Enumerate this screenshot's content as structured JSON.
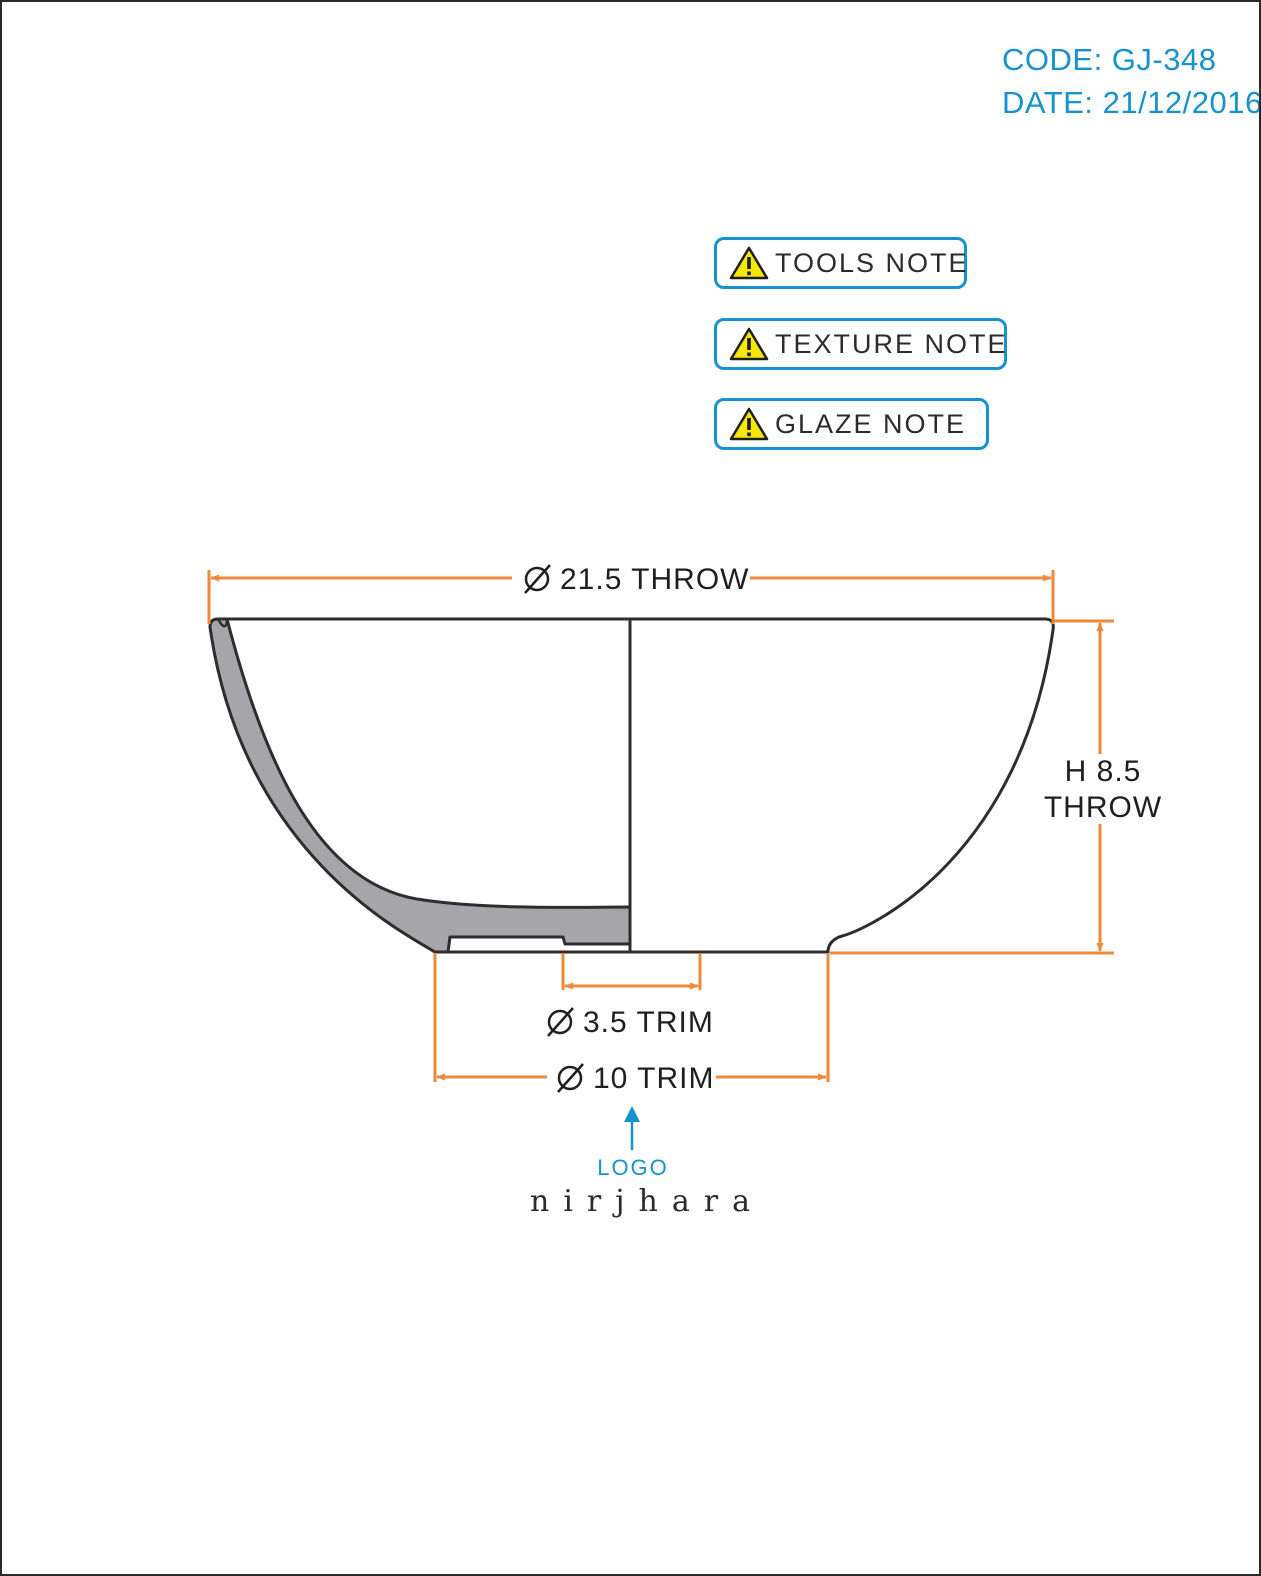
{
  "header": {
    "code": "CODE: GJ-348",
    "date": "DATE: 21/12/2016"
  },
  "notes": [
    {
      "label": "TOOLS NOTE",
      "icon": "warning-icon"
    },
    {
      "label": "TEXTURE NOTE",
      "icon": "warning-icon"
    },
    {
      "label": "GLAZE NOTE",
      "icon": "warning-icon"
    }
  ],
  "dimensions": {
    "rim_diameter": "21.5 THROW",
    "height_line1": "H 8.5",
    "height_line2": "THROW",
    "inner_foot_diameter": "3.5 TRIM",
    "foot_diameter": "10 TRIM"
  },
  "logo": {
    "label": "LOGO",
    "brand": "nirjhara"
  },
  "colors": {
    "accent_blue": "#1592cf",
    "dimension_orange": "#ee8a3a",
    "section_fill": "#a6a5aa",
    "outline": "#2d2d2d"
  }
}
